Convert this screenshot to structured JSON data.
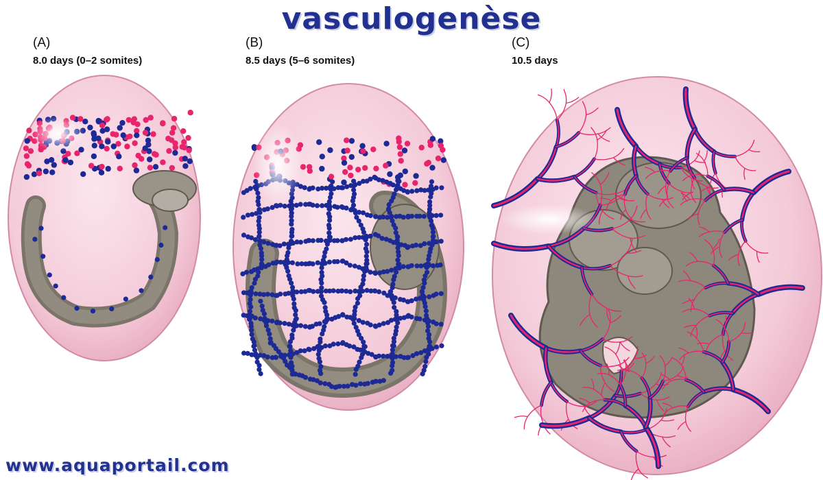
{
  "title": "vasculogenèse",
  "panels": [
    {
      "letter": "(A)",
      "caption": "8.0 days (0–2 somites)"
    },
    {
      "letter": "(B)",
      "caption": "8.5 days (5–6 somites)"
    },
    {
      "letter": "(C)",
      "caption": "10.5 days"
    }
  ],
  "website": "www.aquaportail.com",
  "colors": {
    "title": "#22308f",
    "yolk_sac": "#f6d3df",
    "embryo": "#8a8377",
    "vessel_blue": "#1d2a95",
    "vessel_red": "#e8256c"
  }
}
